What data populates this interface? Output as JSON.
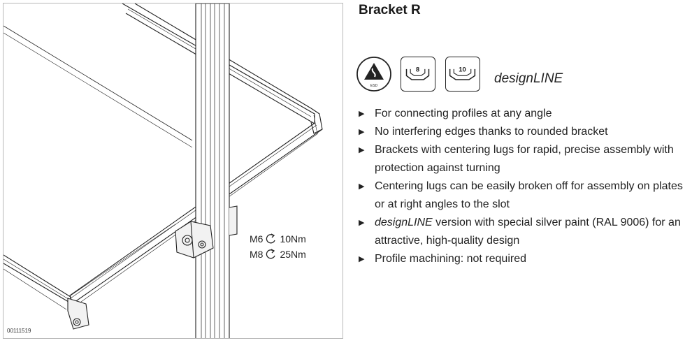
{
  "figure": {
    "id_label": "00111519",
    "torque": [
      {
        "size": "M6",
        "value": "10",
        "unit": "Nm"
      },
      {
        "size": "M8",
        "value": "25",
        "unit": "Nm"
      }
    ]
  },
  "product": {
    "title": "Bracket R",
    "icons": [
      {
        "name": "esd-icon",
        "text": "ESD"
      },
      {
        "name": "slot-8-icon",
        "text": "8"
      },
      {
        "name": "slot-10-icon",
        "text": "10"
      }
    ],
    "series_label": "designLINE"
  },
  "features": [
    {
      "prefix": "",
      "text": "For connecting profiles at any angle"
    },
    {
      "prefix": "",
      "text": "No interfering edges thanks to rounded bracket"
    },
    {
      "prefix": "",
      "text": "Brackets with centering lugs for rapid, precise assembly with protection against turning"
    },
    {
      "prefix": "",
      "text": "Centering lugs can be easily broken off for assembly on plates or at right angles to the slot"
    },
    {
      "prefix": "designLINE",
      "text": " version with special silver paint (RAL 9006) for an attractive, high-quality design"
    },
    {
      "prefix": "",
      "text": "Profile machining: not required"
    }
  ],
  "colors": {
    "ink": "#222222",
    "frame": "#b8b8b8",
    "profile_fill": "#f2f2f2"
  }
}
